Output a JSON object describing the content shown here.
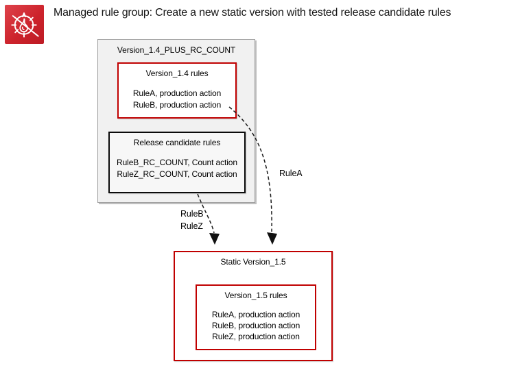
{
  "page": {
    "title": "Managed rule group: Create a new static version with tested release candidate rules"
  },
  "icon": {
    "semantic": "waf-flame-target-icon",
    "background_top": "#de434b",
    "background_bottom": "#bd1b24",
    "glyph_color": "#ffffff"
  },
  "colors": {
    "red_border": "#c00000",
    "black_border": "#0a0a0a",
    "container_fill": "#f1f1f1",
    "container_border": "#9e9e9e",
    "arrow": "#1a1a1a"
  },
  "diagram": {
    "working_version": {
      "title": "Version_1.4_PLUS_RC_COUNT",
      "production_rules": {
        "title": "Version_1.4 rules",
        "rules": [
          "RuleA, production action",
          "RuleB, production action"
        ]
      },
      "release_candidate": {
        "title": "Release candidate rules",
        "rules": [
          "RuleB_RC_COUNT, Count action",
          "RuleZ_RC_COUNT, Count action"
        ]
      }
    },
    "arrows": {
      "rule_a_label": "RuleA",
      "rule_b_label": "RuleB",
      "rule_z_label": "RuleZ"
    },
    "static_version": {
      "title": "Static Version_1.5",
      "rules_box": {
        "title": "Version_1.5 rules",
        "rules": [
          "RuleA, production action",
          "RuleB, production action",
          "RuleZ, production action"
        ]
      }
    }
  }
}
